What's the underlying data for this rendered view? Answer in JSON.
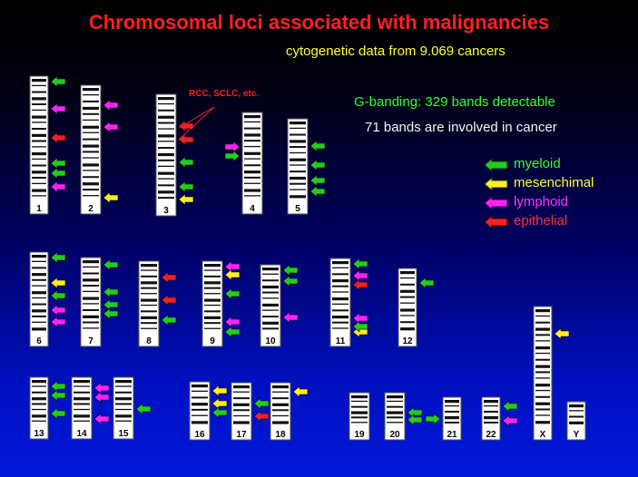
{
  "title": "Chromosomal loci associated with malignancies",
  "subtitle": "cytogenetic data from 9.069 cancers",
  "gbanding": {
    "line1": "G-banding: 329 bands detectable",
    "line2": "71 bands are involved in cancer"
  },
  "annotation": "RCC, SCLC, etc.",
  "legend": [
    {
      "label": "myeloid",
      "color": "#22cc22"
    },
    {
      "label": "mesenchimal",
      "color": "#ffee22"
    },
    {
      "label": "lymphoid",
      "color": "#ff22ff"
    },
    {
      "label": "epithelial",
      "color": "#ee2222"
    }
  ],
  "chromosomes": [
    "1",
    "2",
    "3",
    "4",
    "5",
    "6",
    "7",
    "8",
    "9",
    "10",
    "11",
    "12",
    "13",
    "14",
    "15",
    "16",
    "17",
    "18",
    "19",
    "20",
    "21",
    "22",
    "X",
    "Y"
  ]
}
